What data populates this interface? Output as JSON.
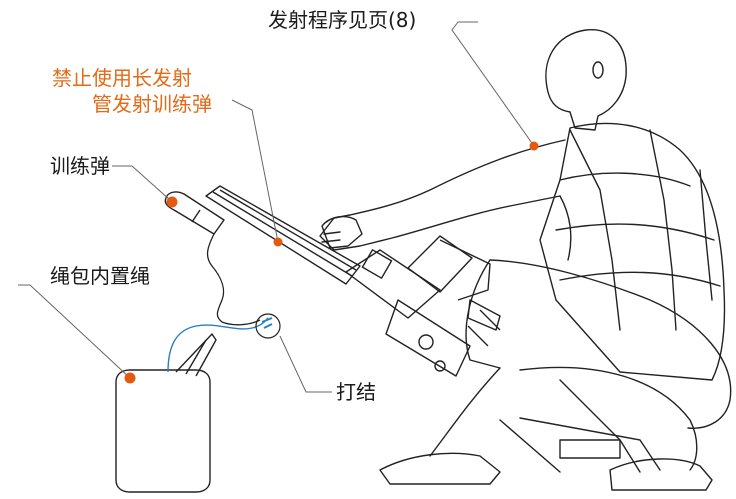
{
  "labels": {
    "launch_procedure": "发射程序见页(8)",
    "warning_line1": "禁止使用长发射",
    "warning_line2": "管发射训练弹",
    "training_round": "训练弹",
    "bag_rope": "绳包内置绳",
    "knot": "打结"
  },
  "colors": {
    "warning_text": "#e36a16",
    "callout_dot": "#e35a12",
    "label_text": "#1a1a1a",
    "line_art": "#222222",
    "rope": "#2a7fc0"
  }
}
